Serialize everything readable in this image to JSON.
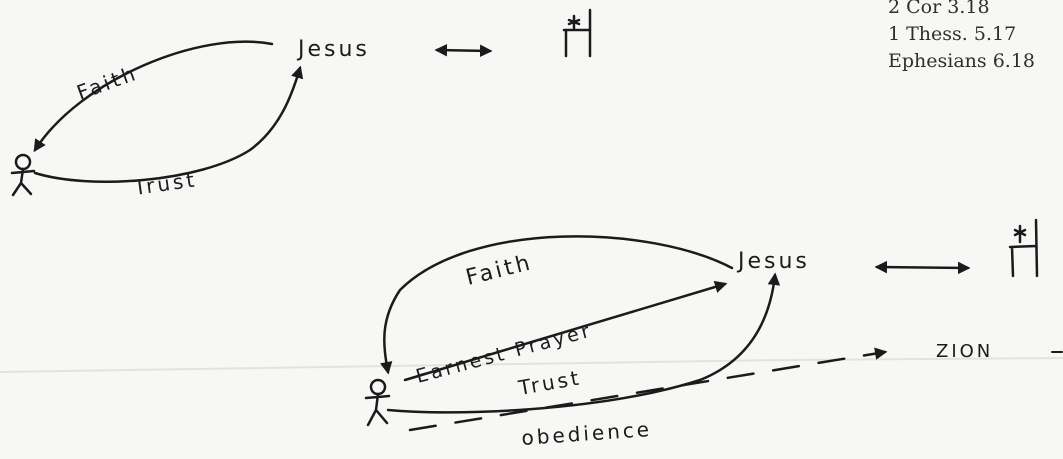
{
  "references": [
    "2 Cor 3.18",
    "1 Thess. 5.17",
    "Ephesians 6.18"
  ],
  "top_diagram": {
    "nodes": {
      "jesus": "Jesus"
    },
    "arrows": {
      "faith": "Faith",
      "trust": "Trust"
    }
  },
  "bottom_diagram": {
    "nodes": {
      "jesus": "Jesus",
      "destination": "ZION"
    },
    "arrows": {
      "faith": "Faith",
      "earnest_prayer": "Earnest Prayer",
      "trust": "Trust",
      "obedience": "obedience"
    }
  },
  "icons": [
    "stick-figure-icon",
    "throne-icon",
    "double-arrow-icon"
  ],
  "colors": {
    "ink": "#1b1b1b",
    "print": "#2f2f2f",
    "paper": "#f7f7f5"
  }
}
